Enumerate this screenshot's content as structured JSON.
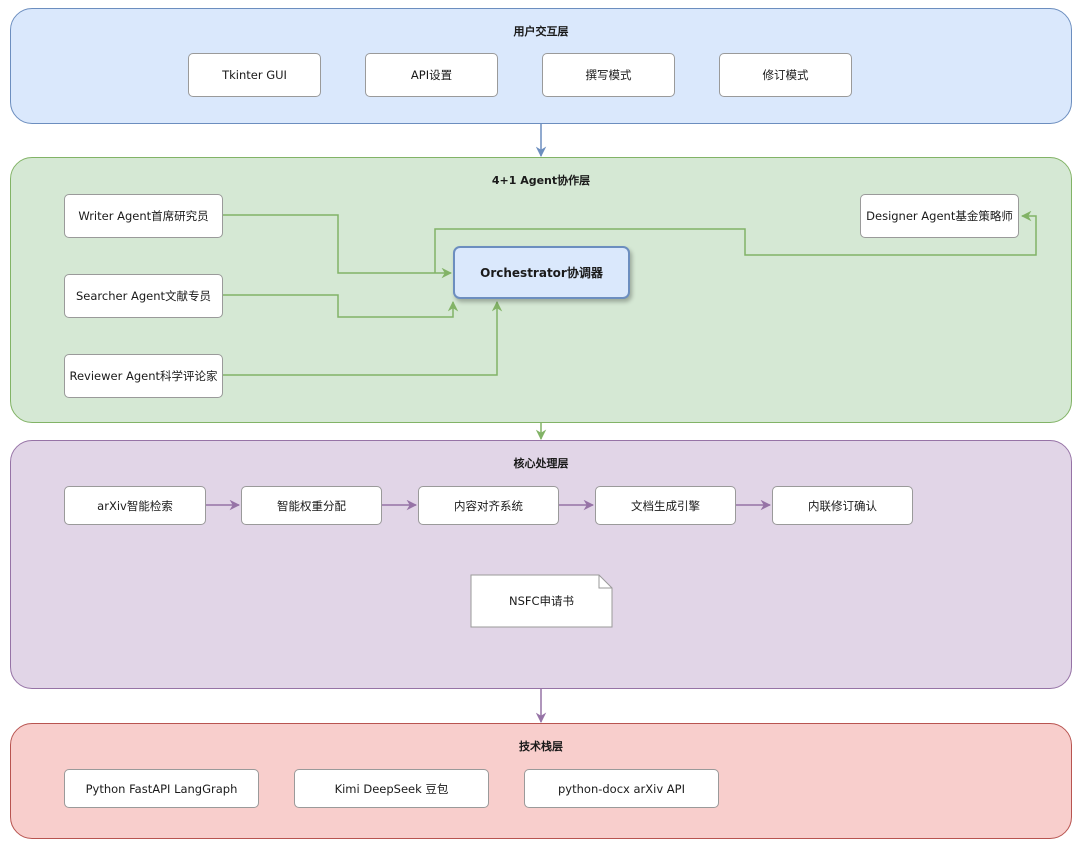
{
  "layers": {
    "ui": {
      "title": "用户交互层",
      "items": [
        "Tkinter GUI",
        "API设置",
        "撰写模式",
        "修订模式"
      ]
    },
    "agent": {
      "title": "4+1 Agent协作层",
      "writer": "Writer Agent首席研究员",
      "searcher": "Searcher Agent文献专员",
      "reviewer": "Reviewer Agent科学评论家",
      "designer": "Designer Agent基金策略师",
      "orchestrator": "Orchestrator协调器"
    },
    "core": {
      "title": "核心处理层",
      "steps": [
        "arXiv智能检索",
        "智能权重分配",
        "内容对齐系统",
        "文档生成引擎",
        "内联修订确认"
      ],
      "document": "NSFC申请书"
    },
    "tech": {
      "title": "技术栈层",
      "items": [
        "Python FastAPI LangGraph",
        "Kimi DeepSeek 豆包",
        "python-docx arXiv API"
      ]
    }
  },
  "colors": {
    "ui_fill": "#dae8fc",
    "ui_stroke": "#6c8ebf",
    "agent_fill": "#d5e8d4",
    "agent_stroke": "#82b366",
    "core_fill": "#e1d5e7",
    "core_stroke": "#9673a6",
    "tech_fill": "#f8cecc",
    "tech_stroke": "#b85450"
  }
}
